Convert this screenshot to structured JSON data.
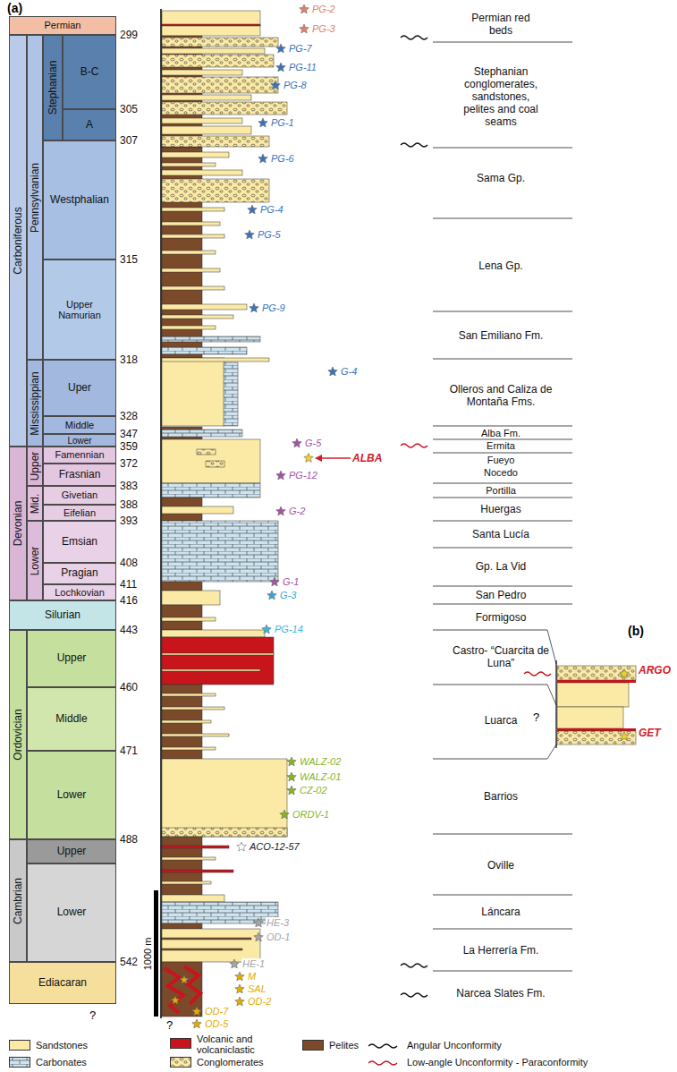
{
  "diagram": {
    "nodes": [
      {
        "text": [
          "Permian"
        ]
      },
      {
        "text": [
          "Carboniferous"
        ]
      },
      {
        "text": [
          "Pennsylvanian"
        ]
      },
      {
        "text": [
          "Stephanian"
        ]
      },
      {
        "text": [
          "B-C"
        ]
      },
      {
        "text": [
          "A"
        ]
      },
      {
        "text": [
          "Westphalian"
        ]
      },
      {
        "text": [
          "Upper Namurian"
        ]
      },
      {
        "text": [
          "Mississippian"
        ]
      },
      {
        "text": [
          "Uper"
        ]
      },
      {
        "text": [
          "Middle"
        ]
      },
      {
        "text": [
          "Lower"
        ]
      },
      {
        "text": [
          "Devonian"
        ]
      },
      {
        "text": [
          "Upper"
        ]
      },
      {
        "text": [
          "Famennian"
        ]
      },
      {
        "text": [
          "Frasnian"
        ]
      },
      {
        "text": [
          "Mid."
        ]
      },
      {
        "text": [
          "Givetian"
        ]
      },
      {
        "text": [
          "Eifelian"
        ]
      },
      {
        "text": [
          "Lower"
        ]
      },
      {
        "text": [
          "Emsian"
        ]
      },
      {
        "text": [
          "Pragian"
        ]
      },
      {
        "text": [
          "Lochkovian"
        ]
      },
      {
        "text": [
          "Silurian"
        ]
      },
      {
        "text": [
          "Ordovician"
        ]
      },
      {
        "text": [
          "Upper"
        ]
      },
      {
        "text": [
          "Middle"
        ]
      },
      {
        "text": [
          "Lower"
        ]
      },
      {
        "text": [
          "Cambrian"
        ]
      },
      {
        "text": [
          "Upper"
        ]
      },
      {
        "text": [
          "Lower"
        ]
      },
      {
        "text": [
          "Ediacaran"
        ]
      }
    ],
    "labels": [
      "(a)",
      "299",
      "305",
      "307",
      "315",
      "318",
      "328",
      "347",
      "359",
      "372",
      "383",
      "388",
      "393",
      "408",
      "411",
      "416",
      "443",
      "460",
      "471",
      "488",
      "542",
      "?",
      "Permian red beds",
      "Stephanian conglomerates, sandstones, pelites and coal seams",
      "Sama Gp.",
      "Lena Gp.",
      "San Emiliano Fm.",
      "Olleros and Caliza de Montaña Fms.",
      "Alba Fm.",
      "Ermita",
      "Fueyo",
      "Nocedo",
      "Portilla",
      "Huergas",
      "Santa Lucía",
      "Gp. La Vid",
      "San Pedro",
      "Formigoso",
      "Castro- “Cuarcita de Luna”",
      "Luarca",
      "Barrios",
      "Oville",
      "Láncara",
      "La Herrería Fm.",
      "Narcea Slates Fm.",
      "PG-2",
      "PG-3",
      "PG-7",
      "PG-11",
      "PG-8",
      "PG-1",
      "PG-6",
      "PG-4",
      "PG-5",
      "PG-9",
      "G-4",
      "G-5",
      "ALBA",
      "PG-12",
      "G-2",
      "G-1",
      "G-3",
      "PG-14",
      "WALZ-02",
      "WALZ-01",
      "CZ-02",
      "ORDV-1",
      "ACO-12-57",
      "HE-3",
      "OD-1",
      "HE-1",
      "M",
      "SAL",
      "OD-2",
      "OD-7",
      "OD-5",
      "?",
      "1000 m",
      "(b)",
      "ARGO",
      "GET",
      "?"
    ],
    "legend": [
      {
        "text": "Sandstones",
        "color": "#fbeaa5"
      },
      {
        "text": "Volcanic and volcaniclastic",
        "color": "#c8151b"
      },
      {
        "text": "Pelites",
        "color": "#7a4a2a"
      },
      {
        "text": "Angular Unconformity"
      },
      {
        "text": "Carbonates"
      },
      {
        "text": "Conglomerates"
      },
      {
        "text": "Low-angle Unconformity - Paraconformity"
      }
    ]
  }
}
